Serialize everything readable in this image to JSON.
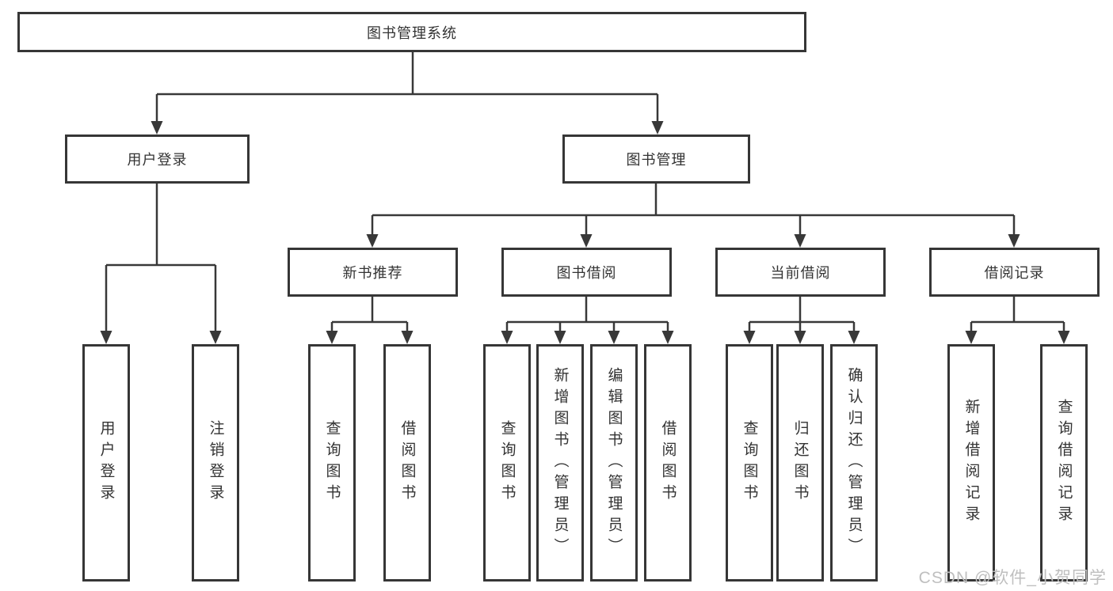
{
  "tree": {
    "root": "图书管理系统",
    "children": [
      {
        "label": "用户登录",
        "children": [
          "用户登录",
          "注销登录"
        ]
      },
      {
        "label": "图书管理",
        "children": [
          {
            "label": "新书推荐",
            "children": [
              "查询图书",
              "借阅图书"
            ]
          },
          {
            "label": "图书借阅",
            "children": [
              "查询图书",
              "新增图书（管理员）",
              "编辑图书（管理员）",
              "借阅图书"
            ]
          },
          {
            "label": "当前借阅",
            "children": [
              "查询图书",
              "归还图书",
              "确认归还（管理员）"
            ]
          },
          {
            "label": "借阅记录",
            "children": [
              "新增借阅记录",
              "查询借阅记录"
            ]
          }
        ]
      }
    ]
  },
  "watermark": "CSDN @软件_小贺同学",
  "colors": {
    "line": "#383838",
    "text": "#333333",
    "background": "#ffffff",
    "watermark": "#bfbfbf"
  }
}
